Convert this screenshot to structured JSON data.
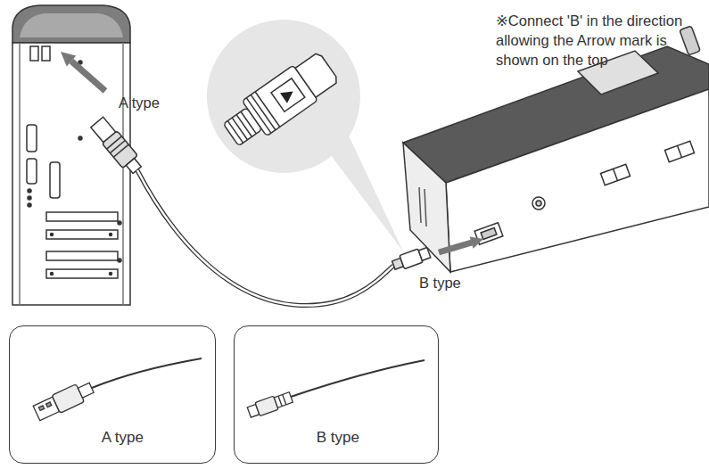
{
  "diagram": {
    "nodes": [
      {
        "text": [
          "A type"
        ]
      },
      {
        "text": [
          "B type"
        ]
      }
    ],
    "labels": [
      "※Connect 'B' in the direction allowing the Arrow mark is shown on the top",
      "A type",
      "B type"
    ]
  }
}
